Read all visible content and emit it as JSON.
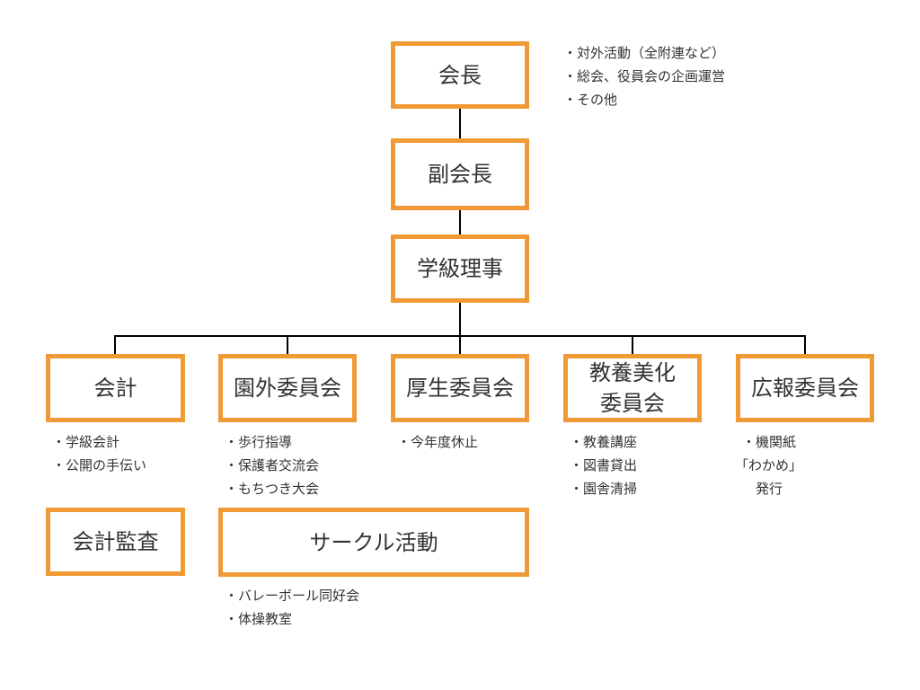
{
  "colors": {
    "box_border": "#F09A36",
    "line": "#000000",
    "text": "#333333"
  },
  "boxes": {
    "president": "会長",
    "vice_president": "副会長",
    "class_directors": "学級理事",
    "accounting": "会計",
    "external_committee": "園外委員会",
    "welfare_committee": "厚生委員会",
    "education_committee": "教養美化\n委員会",
    "pr_committee": "広報委員会",
    "audit": "会計監査",
    "circle": "サークル活動"
  },
  "notes": {
    "president": [
      "・対外活動（全附連など）",
      "・総会、役員会の企画運営",
      "・その他"
    ],
    "accounting": [
      "・学級会計",
      "・公開の手伝い"
    ],
    "external_committee": [
      "・歩行指導",
      "・保護者交流会",
      "・もちつき大会"
    ],
    "welfare_committee": [
      "・今年度休止"
    ],
    "education_committee": [
      "・教養講座",
      "・図書貸出",
      "・園舎清掃"
    ],
    "pr_committee": [
      "・機関紙",
      "「わかめ」",
      "　発行"
    ],
    "circle": [
      "・バレーボール同好会",
      "・体操教室"
    ]
  }
}
